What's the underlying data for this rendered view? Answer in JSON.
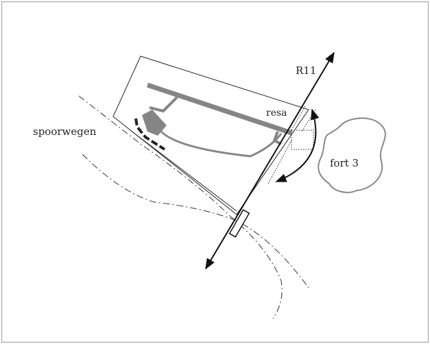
{
  "labels": {
    "road": "R11",
    "resa": "resa",
    "railway": "spoorwegen",
    "fort": "fort 3"
  },
  "colors": {
    "frame": "#b5b5b5",
    "line": "#222222",
    "runway": "#858585",
    "fort_outline": "#888888",
    "railway": "#333333"
  }
}
